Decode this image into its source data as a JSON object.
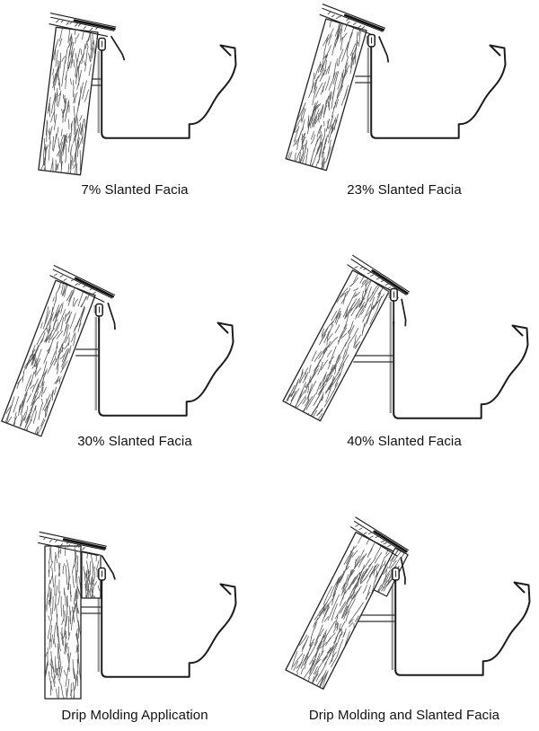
{
  "style": {
    "background": "#ffffff",
    "line_color": "#1c1c1c",
    "wood_grain_color": "#3f3f3f",
    "hanger_gray": "#9a9a9a",
    "caption_color": "#111111"
  },
  "figures": [
    {
      "caption": "7% Slanted Facia",
      "slant_percent": 7,
      "drip_molding": false
    },
    {
      "caption": "23% Slanted Facia",
      "slant_percent": 23,
      "drip_molding": false
    },
    {
      "caption": "30% Slanted Facia",
      "slant_percent": 30,
      "drip_molding": false
    },
    {
      "caption": "40% Slanted Facia",
      "slant_percent": 40,
      "drip_molding": false
    },
    {
      "caption": "Drip Molding Application",
      "slant_percent": null,
      "drip_molding": true
    },
    {
      "caption": "Drip Molding and Slanted Facia",
      "slant_percent": null,
      "drip_molding": true
    }
  ]
}
